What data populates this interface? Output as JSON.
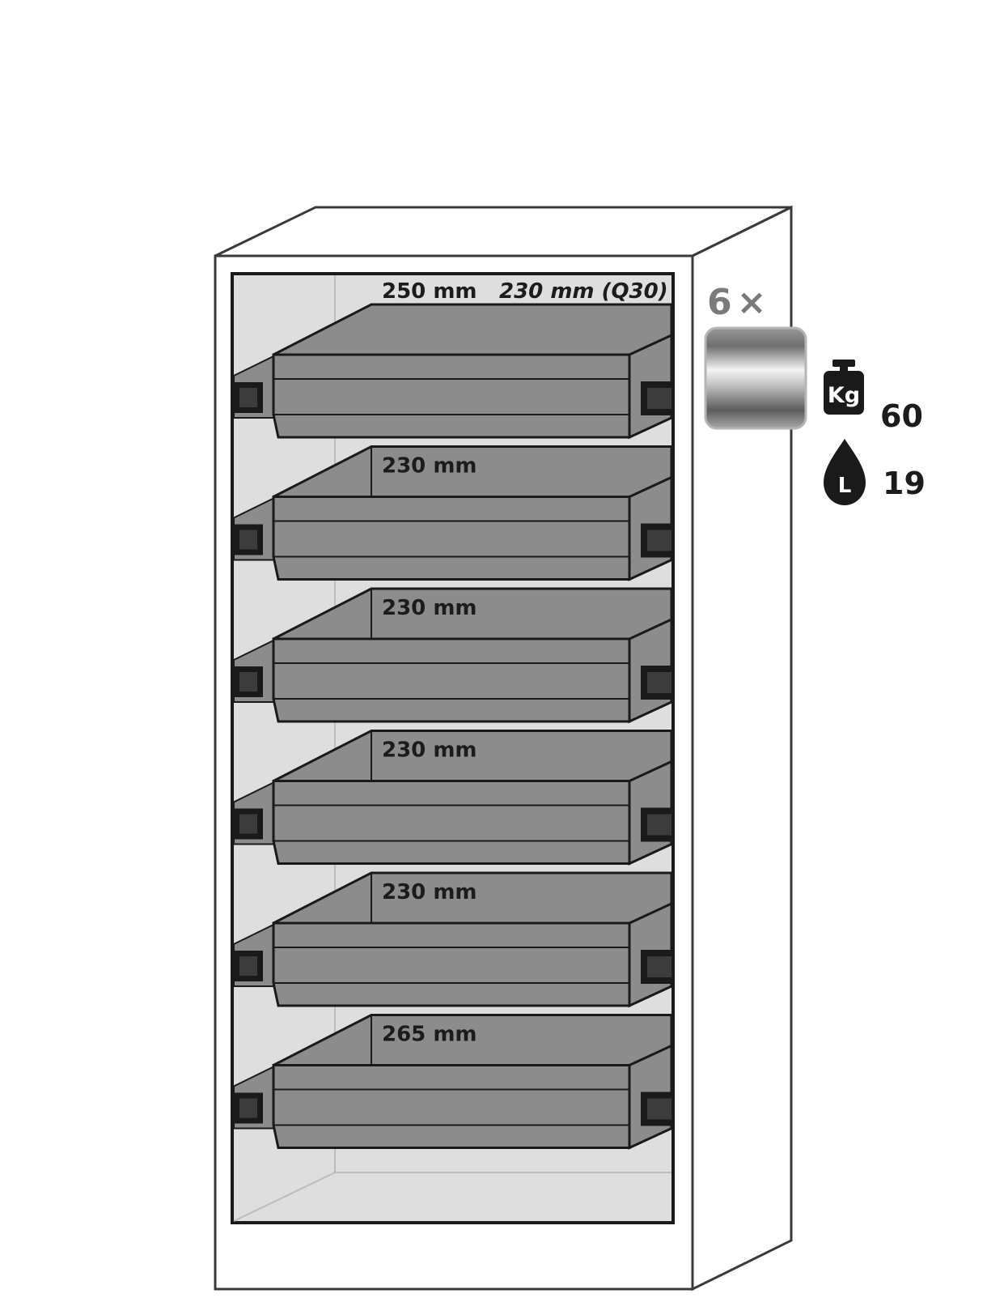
{
  "drawers": [
    {
      "label": "250 mm",
      "label_alt": "230 mm (Q30)"
    },
    {
      "label": "230 mm"
    },
    {
      "label": "230 mm"
    },
    {
      "label": "230 mm"
    },
    {
      "label": "230 mm"
    },
    {
      "label": "265 mm"
    }
  ],
  "legend": {
    "quantity": "6",
    "times_symbol": "×",
    "weight_icon_text": "Kg",
    "weight_value": "60",
    "volume_icon_text": "L",
    "volume_value": "19"
  },
  "colors": {
    "cabinet_outline": "#3a3a3a",
    "interior": "#dedede",
    "drawer_fill": "#8c8c8c",
    "rail": "#1a1a1a",
    "icon": "#1a1a1a"
  }
}
